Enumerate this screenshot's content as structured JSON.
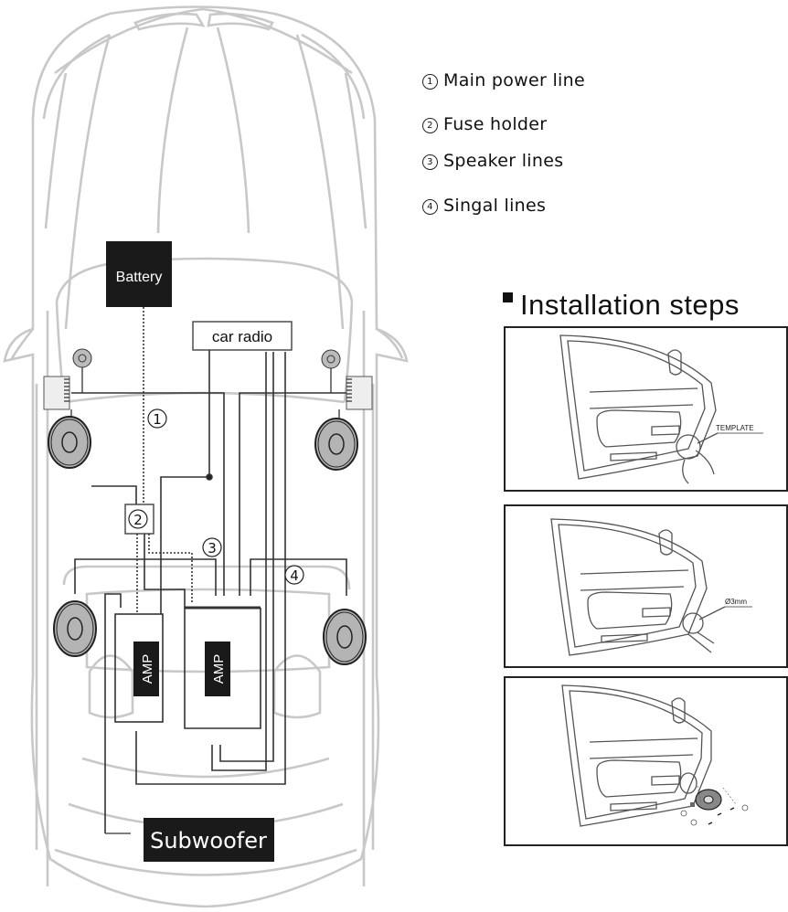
{
  "legend": [
    {
      "num": "1",
      "label": "Main power line"
    },
    {
      "num": "2",
      "label": "Fuse holder"
    },
    {
      "num": "3",
      "label": "Speaker lines"
    },
    {
      "num": "4",
      "label": "Singal lines"
    }
  ],
  "diagram": {
    "battery": "Battery",
    "car_radio": "car radio",
    "amp_left": "AMP",
    "amp_right": "AMP",
    "subwoofer": "Subwoofer",
    "markers": [
      "1",
      "2",
      "3",
      "4"
    ],
    "icons": [
      "tweeter-icon",
      "crossover-icon",
      "speaker-icon"
    ]
  },
  "installation": {
    "title": "Installation steps",
    "steps": [
      {
        "annotation": "TEMPLATE"
      },
      {
        "annotation": "Ø3mm"
      },
      {
        "annotation": ""
      }
    ]
  },
  "colors": {
    "outline": "#c8c8c8",
    "wire": "#333333",
    "box": "#1a1a1a",
    "speaker_fill": "#b4b4b4"
  }
}
